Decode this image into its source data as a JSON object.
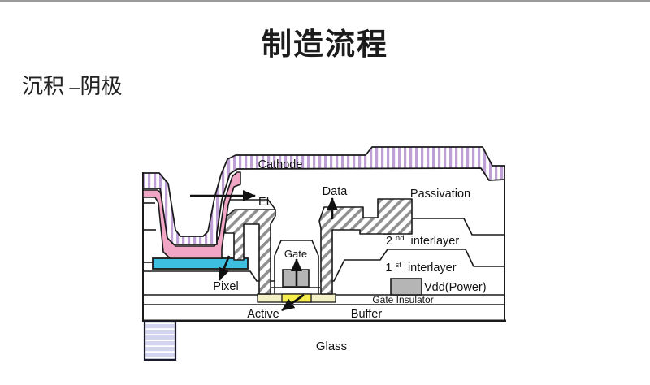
{
  "slide": {
    "title": "制造流程",
    "subtitle": "沉积 –阴极"
  },
  "diagram": {
    "labels": {
      "cathode": "Cathode",
      "el": "EL",
      "data": "Data",
      "passivation": "Passivation",
      "interlayer2": {
        "num": "2",
        "sup": "nd",
        "rest": "interlayer"
      },
      "interlayer1": {
        "num": "1",
        "sup": "st",
        "rest": "interlayer"
      },
      "gate": "Gate",
      "pixel": "Pixel",
      "vdd": "Vdd(Power)",
      "gate_insulator": "Gate Insulator",
      "active": "Active",
      "buffer": "Buffer",
      "glass": "Glass"
    },
    "colors": {
      "el_pink": "#F2A6C5",
      "cathode_stripe": "#BFA0D6",
      "pixel_cyan": "#3DBFDF",
      "metal_gray": "#B5B5B5",
      "hatch_gray": "#8F8F8F",
      "active_yellow": "#F6EE4E",
      "active_pale": "#F3F0C6",
      "glass_stripe": "#D3D5F0",
      "outline": "#1A1A1A"
    }
  }
}
